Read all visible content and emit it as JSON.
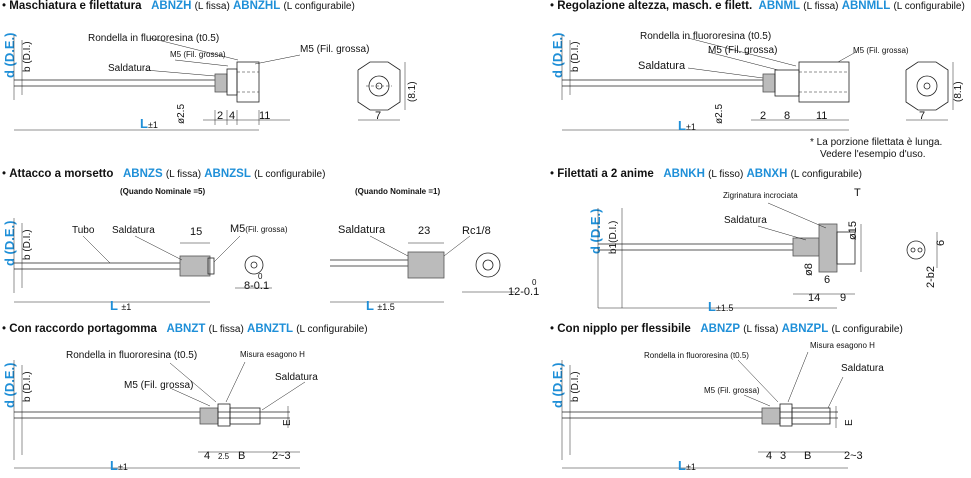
{
  "panels": {
    "p1": {
      "title": "Maschiatura e filettatura",
      "code_fixed": "ABNZH",
      "fixed_label": "(L fissa)",
      "code_conf": "ABNZHL",
      "conf_label": "(L configurabile)",
      "labels": {
        "washer": "Rondella in fluororesina (t0.5)",
        "m5a": "M5 (Fil. grossa)",
        "m5b": "M5 (Fil. grossa)",
        "weld": "Saldatura",
        "phi": "ø2.5",
        "d2": "2",
        "d4": "4",
        "d11": "11",
        "d7": "7",
        "d81": "(8.1)",
        "d_de": "d (D.E.)",
        "b_di": "b (D.I.)",
        "L": "L",
        "tol": "±1"
      }
    },
    "p2": {
      "title": "Regolazione altezza, masch. e filett.",
      "code_fixed": "ABNML",
      "fixed_label": "(L fissa)",
      "code_conf": "ABNMLL",
      "conf_label": "(L configurabile)",
      "labels": {
        "washer": "Rondella in fluororesina (t0.5)",
        "m5a": "M5 (Fil. grossa)",
        "m5b": "M5 (Fil. grossa)",
        "weld": "Saldatura",
        "phi": "ø2.5",
        "d2": "2",
        "d8": "8",
        "d11": "11",
        "d7": "7",
        "d81": "(8.1)",
        "note1": "* La porzione filettata è lunga.",
        "note2": "Vedere l'esempio d'uso.",
        "d_de": "d (D.E.)",
        "b_di": "b (D.I.)",
        "L": "L",
        "tol": "±1"
      }
    },
    "p3": {
      "title": "Attacco a morsetto",
      "code_fixed": "ABNZS",
      "fixed_label": "(L fissa)",
      "code_conf": "ABNZSL",
      "conf_label": "(L configurabile)",
      "sub1": "(Quando Nominale =5)",
      "sub2": "(Quando Nominale =1)",
      "labels": {
        "tube": "Tubo",
        "weld": "Saldatura",
        "d15": "15",
        "m5": "M5",
        "m5s": "(Fil. grossa)",
        "tolA": "0",
        "d8": "8-0.1",
        "weld2": "Saldatura",
        "d23": "23",
        "rc": "Rc1/8",
        "tolB": "0",
        "d12": "12-0.1",
        "d_de": "d (D.E.)",
        "b_di": "b (D.I.)",
        "L": "L",
        "tol1": "±1",
        "tol15": "±1.5"
      }
    },
    "p4": {
      "title": "Filettati a 2 anime",
      "code_fixed": "ABNKH",
      "fixed_label": "(L fisso)",
      "code_conf": "ABNXH",
      "conf_label": "(L configurabile)",
      "labels": {
        "knurl": "Zigrinatura incrociata",
        "weld": "Saldatura",
        "T": "T",
        "phi15": "ø15",
        "phi8": "ø8",
        "d6": "6",
        "d14": "14",
        "d9": "9",
        "d6b": "6",
        "d2b2": "2-b2",
        "d_de": "d (D.E.)",
        "b_di": "b1(D.I.)",
        "L": "L",
        "tol": "±1.5"
      }
    },
    "p5": {
      "title": "Con raccordo portagomma",
      "code_fixed": "ABNZT",
      "fixed_label": "(L fissa)",
      "code_conf": "ABNZTL",
      "conf_label": "(L configurabile)",
      "labels": {
        "washer": "Rondella in fluororesina (t0.5)",
        "hex": "Misura esagono H",
        "m5": "M5 (Fil. grossa)",
        "weld": "Saldatura",
        "E": "E",
        "d4": "4",
        "d25": "2.5",
        "B": "B",
        "d23": "2~3",
        "d_de": "d (D.E.)",
        "b_di": "b (D.I.)",
        "L": "L",
        "tol": "±1"
      }
    },
    "p6": {
      "title": "Con nipplo per flessibile",
      "code_fixed": "ABNZP",
      "fixed_label": "(L fissa)",
      "code_conf": "ABNZPL",
      "conf_label": "(L configurabile)",
      "labels": {
        "washer": "Rondella in fluororesina (t0.5)",
        "hex": "Misura esagono H",
        "m5": "M5 (Fil. grossa)",
        "weld": "Saldatura",
        "E": "E",
        "d4": "4",
        "d3": "3",
        "B": "B",
        "d23": "2~3",
        "d_de": "d (D.E.)",
        "b_di": "b (D.I.)",
        "L": "L",
        "tol": "±1"
      }
    }
  }
}
